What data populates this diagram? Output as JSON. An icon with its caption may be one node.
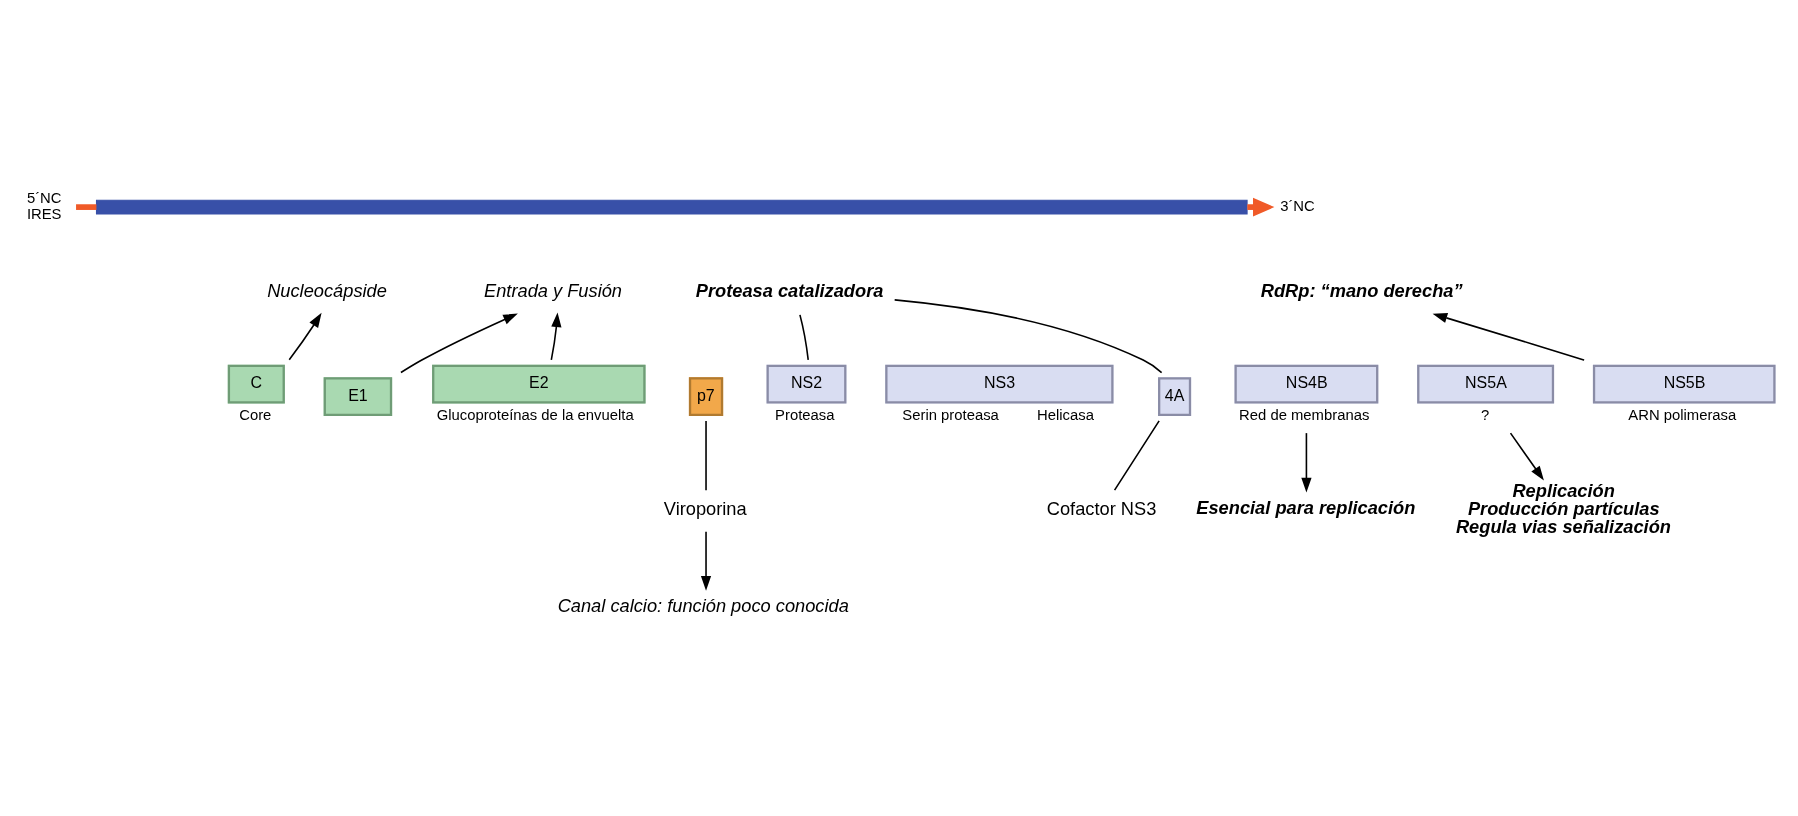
{
  "diagram": {
    "nodes": [
      {
        "text": [
          "5´NC",
          "IRES"
        ]
      },
      {
        "text": [],
        "shape": "bar"
      },
      {
        "text": [
          "3´NC"
        ]
      },
      {
        "text": [
          "C"
        ],
        "beside": [
          "Core"
        ]
      },
      {
        "text": [
          "E1"
        ]
      },
      {
        "text": [
          "E2"
        ],
        "beside": [
          "Glucoproteínas de la envuelta"
        ]
      },
      {
        "text": [
          "p7"
        ]
      },
      {
        "text": [
          "NS2"
        ],
        "beside": [
          "Proteasa"
        ]
      },
      {
        "text": [
          "NS3"
        ],
        "beside": [
          "Serin proteasa",
          "Helicasa"
        ]
      },
      {
        "text": [
          "4A"
        ]
      },
      {
        "text": [
          "NS4B"
        ],
        "beside": [
          "Red de membranas"
        ]
      },
      {
        "text": [
          "NS5A"
        ],
        "beside": [
          "?"
        ]
      },
      {
        "text": [
          "NS5B"
        ],
        "beside": [
          "ARN polimerasa"
        ]
      },
      {
        "text": [
          "Nucleocápside"
        ]
      },
      {
        "text": [
          "Entrada y Fusión"
        ]
      },
      {
        "text": [
          "Proteasa catalizadora"
        ]
      },
      {
        "text": [
          "RdRp: “mano derecha”"
        ]
      },
      {
        "text": [
          "Viroporina"
        ]
      },
      {
        "text": [
          "Canal calcio: función poco conocida"
        ]
      },
      {
        "text": [
          "Cofactor NS3"
        ]
      },
      {
        "text": [
          "Esencial para replicación"
        ]
      },
      {
        "text": [
          "Replicación",
          "Producción partículas",
          "Regula vias señalización"
        ]
      }
    ],
    "edges": [
      {
        "from": 0,
        "to": 1,
        "arrow": "none",
        "style": "thick",
        "color": "#f05a28"
      },
      {
        "from": 1,
        "to": 2,
        "arrow": "to",
        "style": "thick",
        "color": "#f05a28"
      },
      {
        "from": 3,
        "to": 13,
        "arrow": "to"
      },
      {
        "from": 4,
        "to": 14,
        "arrow": "to"
      },
      {
        "from": 5,
        "to": 14,
        "arrow": "to"
      },
      {
        "from": 7,
        "to": 15,
        "arrow": "none"
      },
      {
        "from": 9,
        "to": 15,
        "arrow": "none"
      },
      {
        "from": 12,
        "to": 16,
        "arrow": "to"
      },
      {
        "from": 6,
        "to": 17,
        "arrow": "none"
      },
      {
        "from": 17,
        "to": 18,
        "arrow": "to"
      },
      {
        "from": 9,
        "to": 19,
        "arrow": "none"
      },
      {
        "from": 10,
        "to": 20,
        "arrow": "to"
      },
      {
        "from": 11,
        "to": 21,
        "arrow": "to"
      }
    ]
  }
}
